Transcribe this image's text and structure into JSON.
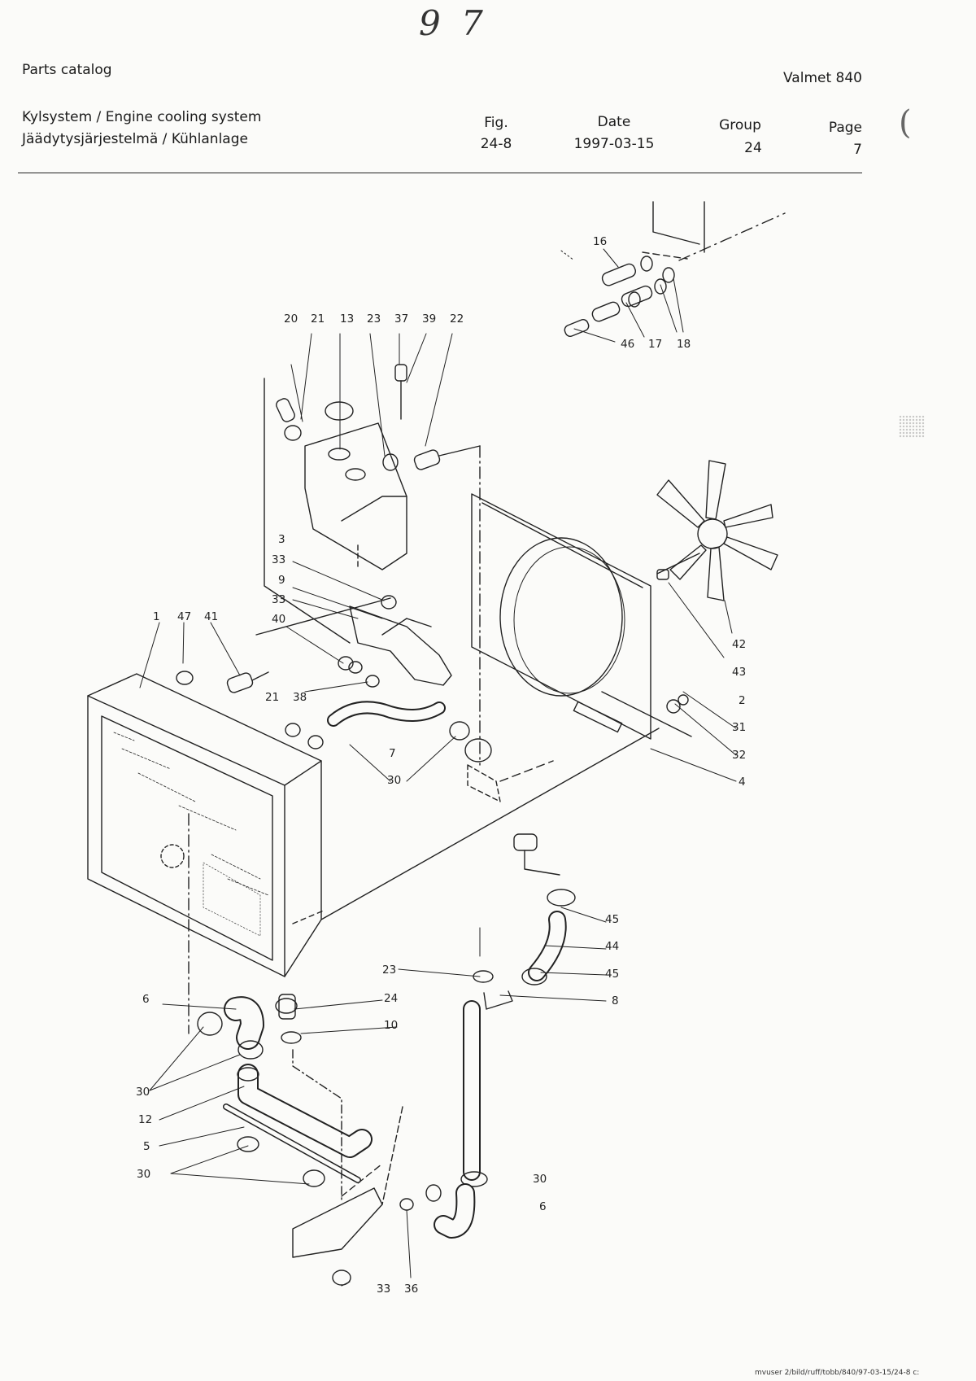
{
  "handwriting": "9 7",
  "header": {
    "catalog_title": "Parts catalog",
    "machine": "Valmet 840",
    "system_line_1": "Kylsystem / Engine cooling system",
    "system_line_2": "Jäädytysjärjestelmä / Kühlanlage",
    "fig_label": "Fig.",
    "fig_value": "24-8",
    "date_label": "Date",
    "date_value": "1997-03-15",
    "group_label": "Group",
    "group_value": "24",
    "page_label": "Page",
    "page_value": "7"
  },
  "diagram": {
    "callouts": [
      "16",
      "46",
      "17",
      "18",
      "20",
      "21",
      "13",
      "23",
      "37",
      "39",
      "22",
      "3",
      "33",
      "9",
      "33",
      "40",
      "1",
      "47",
      "41",
      "21",
      "38",
      "7",
      "30",
      "42",
      "43",
      "2",
      "31",
      "32",
      "4",
      "45",
      "44",
      "45",
      "23",
      "8",
      "24",
      "10",
      "6",
      "30",
      "12",
      "5",
      "30",
      "30",
      "6",
      "33",
      "36"
    ]
  },
  "footer": "mvuser 2/bild/ruff/tobb/840/97-03-15/24-8 c:"
}
